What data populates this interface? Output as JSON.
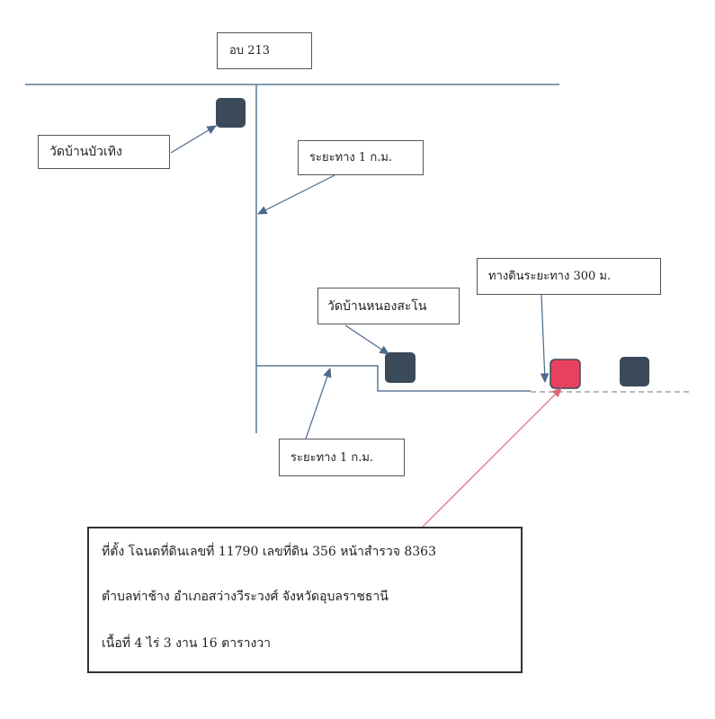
{
  "labels": {
    "road": "อบ 213",
    "temple_left": "วัดบ้านบัวเทิง",
    "distance_top": "ระยะทาง 1 ก.ม.",
    "temple_center": "วัดบ้านหนองสะโน",
    "dirt_road": "ทางดินระยะทาง 300 ม.",
    "distance_bottom": "ระยะทาง 1 ก.ม."
  },
  "info": {
    "line1": "ที่ตั้ง โฉนดที่ดินเลขที่ 11790 เลขที่ดิน 356 หน้าสำรวจ 8363",
    "line2": "ตำบลท่าช้าง อำเภอสว่างวีระวงศ์ จังหวัดอุบลราชธานี",
    "line3": "เนื้อที่ 4 ไร่ 3 งาน 16 ตารางวา"
  },
  "colors": {
    "road_line": "#5a7a9a",
    "marker": "#3b4a59",
    "target_marker": "#e8415f",
    "target_arrow": "#d9667a",
    "arrow": "#4a6a8a"
  }
}
